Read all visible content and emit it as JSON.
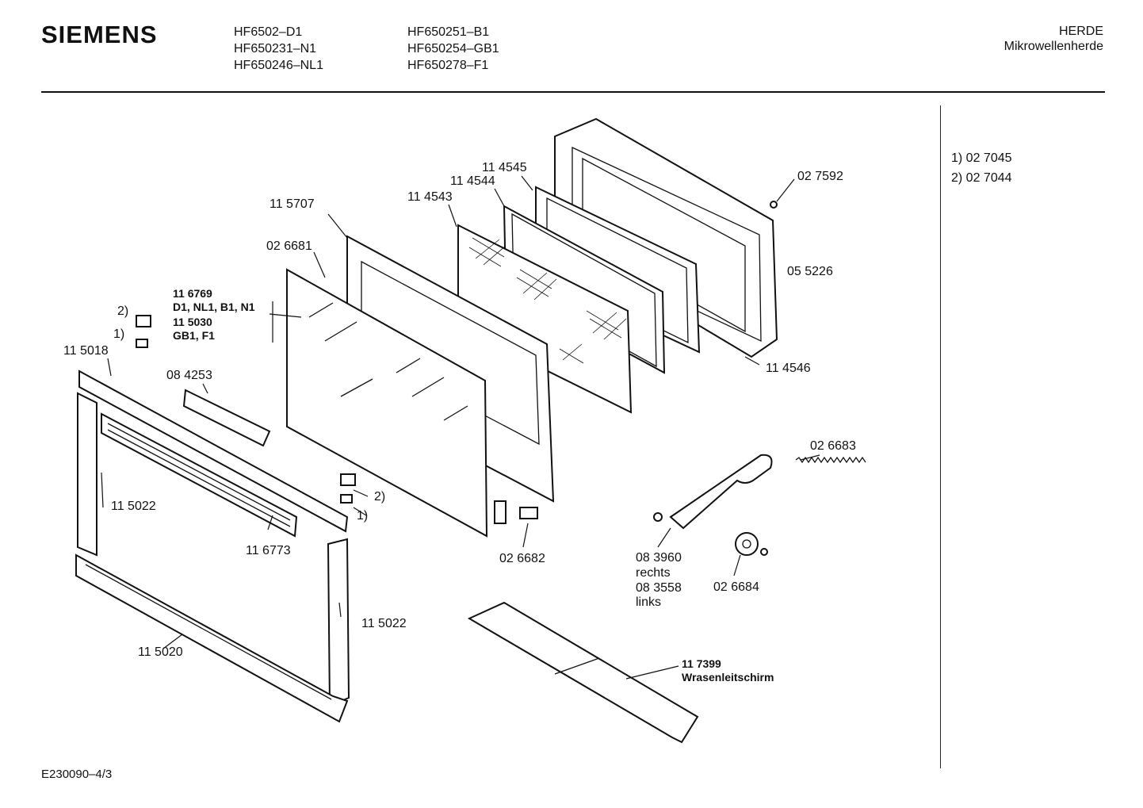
{
  "header": {
    "brand": "SIEMENS",
    "models_col1": [
      "HF6502–D1",
      "HF650231–N1",
      "HF650246–NL1"
    ],
    "models_col2": [
      "HF650251–B1",
      "HF650254–GB1",
      "HF650278–F1"
    ],
    "category": "HERDE",
    "subcategory": "Mikrowellenherde"
  },
  "footnotes": [
    "1)  02 7045",
    "2)  02 7044"
  ],
  "parts": {
    "p114545": "11 4545",
    "p114544": "11 4544",
    "p114543": "11 4543",
    "p115707": "11 5707",
    "p027592": "02 7592",
    "p026681": "02 6681",
    "p055226": "05 5226",
    "p116769": "11 6769",
    "v116769": "D1, NL1, B1, N1",
    "p115030": "11 5030",
    "v115030": "GB1, F1",
    "n2a": "2)",
    "n1a": "1)",
    "p115018": "11 5018",
    "p084253": "08 4253",
    "p114546": "11 4546",
    "p026683": "02 6683",
    "p115022a": "11 5022",
    "n2b": "2)",
    "n1b": "1)",
    "p116773": "11 6773",
    "p026682": "02 6682",
    "p083960": "08 3960",
    "rechts": "rechts",
    "p083558": "08 3558",
    "links": "links",
    "p026684": "02 6684",
    "p115022b": "11 5022",
    "p115020": "11 5020",
    "p117399": "11 7399",
    "wrasen": "Wrasenleitschirm"
  },
  "footer": {
    "doc_id": "E230090–4/3"
  }
}
